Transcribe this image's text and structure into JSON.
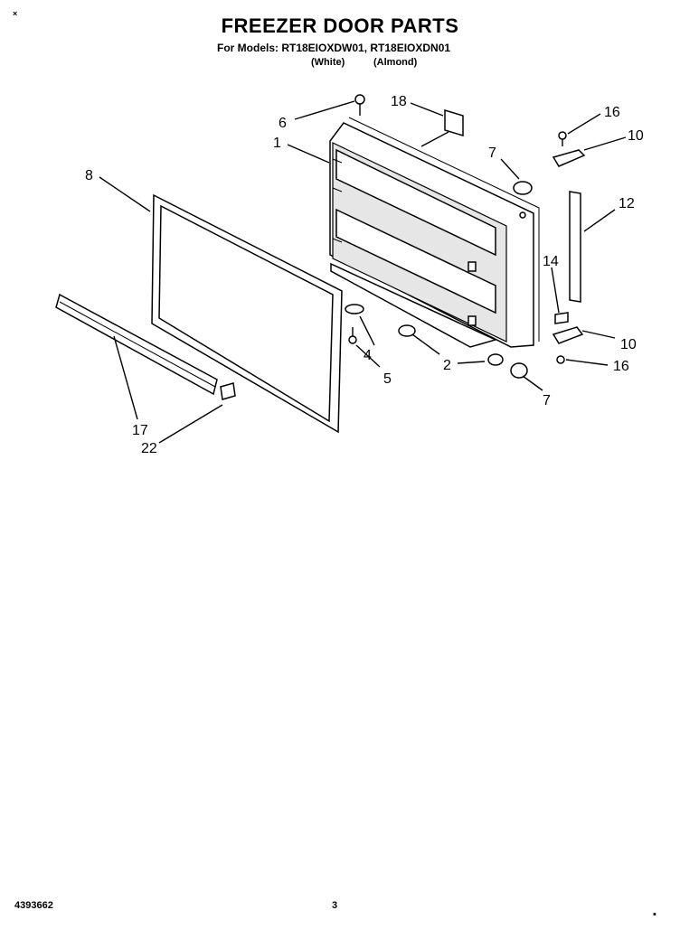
{
  "header": {
    "title": "FREEZER DOOR PARTS",
    "models_line": "For Models: RT18EIOXDW01, RT18EIOXDN01",
    "color_white": "(White)",
    "color_almond": "(Almond)"
  },
  "marks": {
    "top_left": "×",
    "bottom_right": "▪"
  },
  "callouts": {
    "c1": "1",
    "c2": "2",
    "c4": "4",
    "c5": "5",
    "c6": "6",
    "c7a": "7",
    "c7b": "7",
    "c8": "8",
    "c10a": "10",
    "c10b": "10",
    "c12": "12",
    "c14": "14",
    "c16a": "16",
    "c16b": "16",
    "c17": "17",
    "c18": "18",
    "c22": "22",
    "c2_label": "2"
  },
  "footer": {
    "doc_number": "4393662",
    "page": "3"
  }
}
